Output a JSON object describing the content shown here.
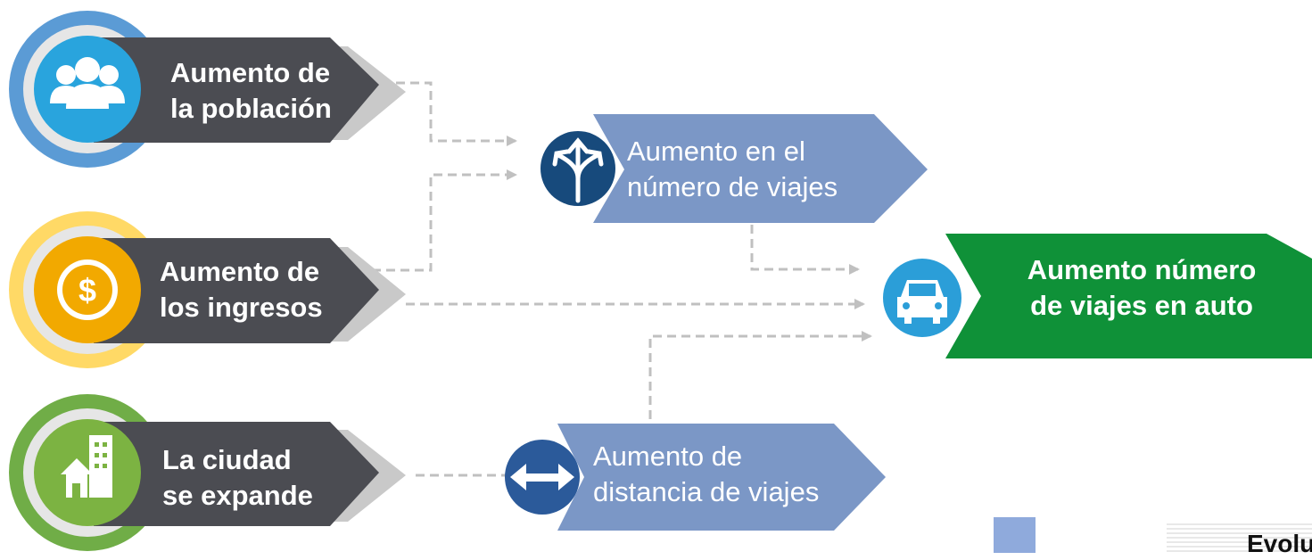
{
  "causes": [
    {
      "line1": "Aumento de",
      "line2": "la población",
      "icon": "people-icon",
      "ring_color": "#5b9bd5",
      "badge_color": "#29a4dd"
    },
    {
      "line1": "Aumento de",
      "line2": "los ingresos",
      "icon": "dollar-coin-icon",
      "ring_color": "#ffd966",
      "badge_color": "#f2a900"
    },
    {
      "line1": "La ciudad",
      "line2": "se expande",
      "icon": "city-buildings-icon",
      "ring_color": "#70ad47",
      "badge_color": "#7cb342"
    }
  ],
  "mid": [
    {
      "line1": "Aumento en el",
      "line2": "número de viajes",
      "icon": "branching-arrows-icon"
    },
    {
      "line1": "Aumento de",
      "line2": "distancia de viajes",
      "icon": "double-arrow-icon"
    }
  ],
  "result": {
    "line1": "Aumento número",
    "line2": "de viajes en auto",
    "icon": "car-icon",
    "color": "#0f9138"
  },
  "footer": {
    "text": "Evolu"
  },
  "colors": {
    "dark_chevron": "#4b4c52",
    "shadow_chevron": "#c9c9c9",
    "blue_box": "#7b97c6",
    "icon_navy": "#174a7c",
    "connector": "#c0c0c0"
  }
}
